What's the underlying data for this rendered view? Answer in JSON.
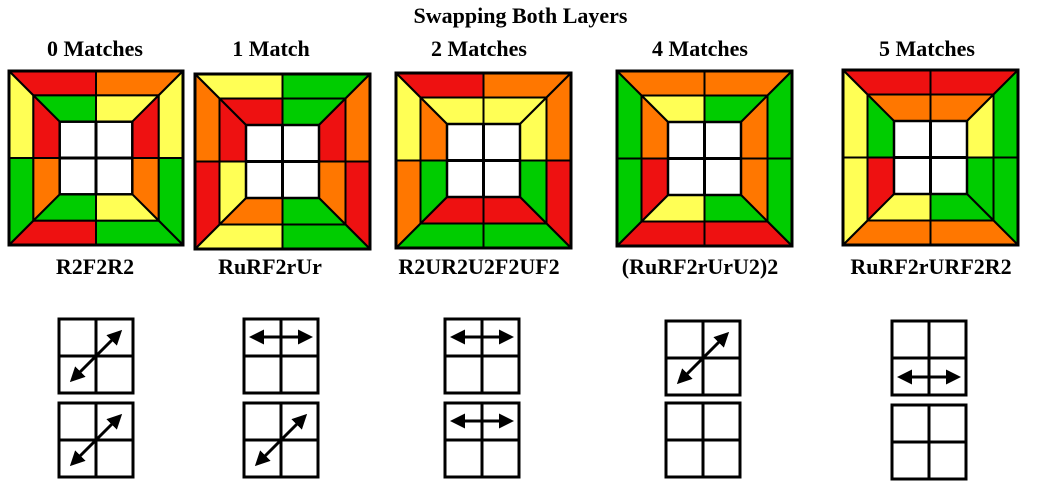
{
  "title": "Swapping Both Layers",
  "colors": {
    "Y": "#ffff55",
    "O": "#ff7700",
    "R": "#ee1111",
    "G": "#00cc00",
    "W": "#ffffff",
    "outline": "#000000"
  },
  "panels": [
    {
      "title": "0 Matches",
      "algorithm": "R2F2R2",
      "outer": {
        "top": [
          "R",
          "O"
        ],
        "right": [
          "Y",
          "G"
        ],
        "bottom": [
          "R",
          "G"
        ],
        "left": [
          "Y",
          "G"
        ]
      },
      "inner": {
        "top": [
          "G",
          "Y"
        ],
        "right": [
          "R",
          "O"
        ],
        "bottom": [
          "G",
          "Y"
        ],
        "left": [
          "R",
          "O"
        ]
      },
      "swaps": [
        "diag-bl-tr",
        "diag-bl-tr"
      ]
    },
    {
      "title": "1 Match",
      "algorithm": "RuRF2rUr",
      "outer": {
        "top": [
          "Y",
          "G"
        ],
        "right": [
          "O",
          "R"
        ],
        "bottom": [
          "Y",
          "G"
        ],
        "left": [
          "O",
          "R"
        ]
      },
      "inner": {
        "top": [
          "R",
          "G"
        ],
        "right": [
          "R",
          "O"
        ],
        "bottom": [
          "O",
          "G"
        ],
        "left": [
          "R",
          "Y"
        ]
      },
      "swaps": [
        "horiz-top",
        "diag-bl-tr"
      ]
    },
    {
      "title": "2 Matches",
      "algorithm": "R2UR2U2F2UF2",
      "outer": {
        "top": [
          "R",
          "O"
        ],
        "right": [
          "O",
          "R"
        ],
        "bottom": [
          "G",
          "G"
        ],
        "left": [
          "Y",
          "O"
        ]
      },
      "inner": {
        "top": [
          "Y",
          "Y"
        ],
        "right": [
          "Y",
          "G"
        ],
        "bottom": [
          "R",
          "R"
        ],
        "left": [
          "O",
          "G"
        ]
      },
      "swaps": [
        "horiz-top",
        "horiz-top"
      ]
    },
    {
      "title": "4 Matches",
      "algorithm": "(RuRF2rUrU2)2",
      "outer": {
        "top": [
          "O",
          "O"
        ],
        "right": [
          "G",
          "G"
        ],
        "bottom": [
          "R",
          "R"
        ],
        "left": [
          "G",
          "G"
        ]
      },
      "inner": {
        "top": [
          "Y",
          "G"
        ],
        "right": [
          "O",
          "O"
        ],
        "bottom": [
          "Y",
          "G"
        ],
        "left": [
          "O",
          "R"
        ]
      },
      "swaps": [
        "diag-bl-tr",
        "none"
      ]
    },
    {
      "title": "5 Matches",
      "algorithm": "RuRF2rURF2R2",
      "outer": {
        "top": [
          "R",
          "R"
        ],
        "right": [
          "G",
          "G"
        ],
        "bottom": [
          "O",
          "O"
        ],
        "left": [
          "Y",
          "Y"
        ]
      },
      "inner": {
        "top": [
          "O",
          "O"
        ],
        "right": [
          "Y",
          "G"
        ],
        "bottom": [
          "Y",
          "G"
        ],
        "left": [
          "G",
          "R"
        ]
      },
      "swaps": [
        "horiz-bottom",
        "none"
      ]
    }
  ]
}
